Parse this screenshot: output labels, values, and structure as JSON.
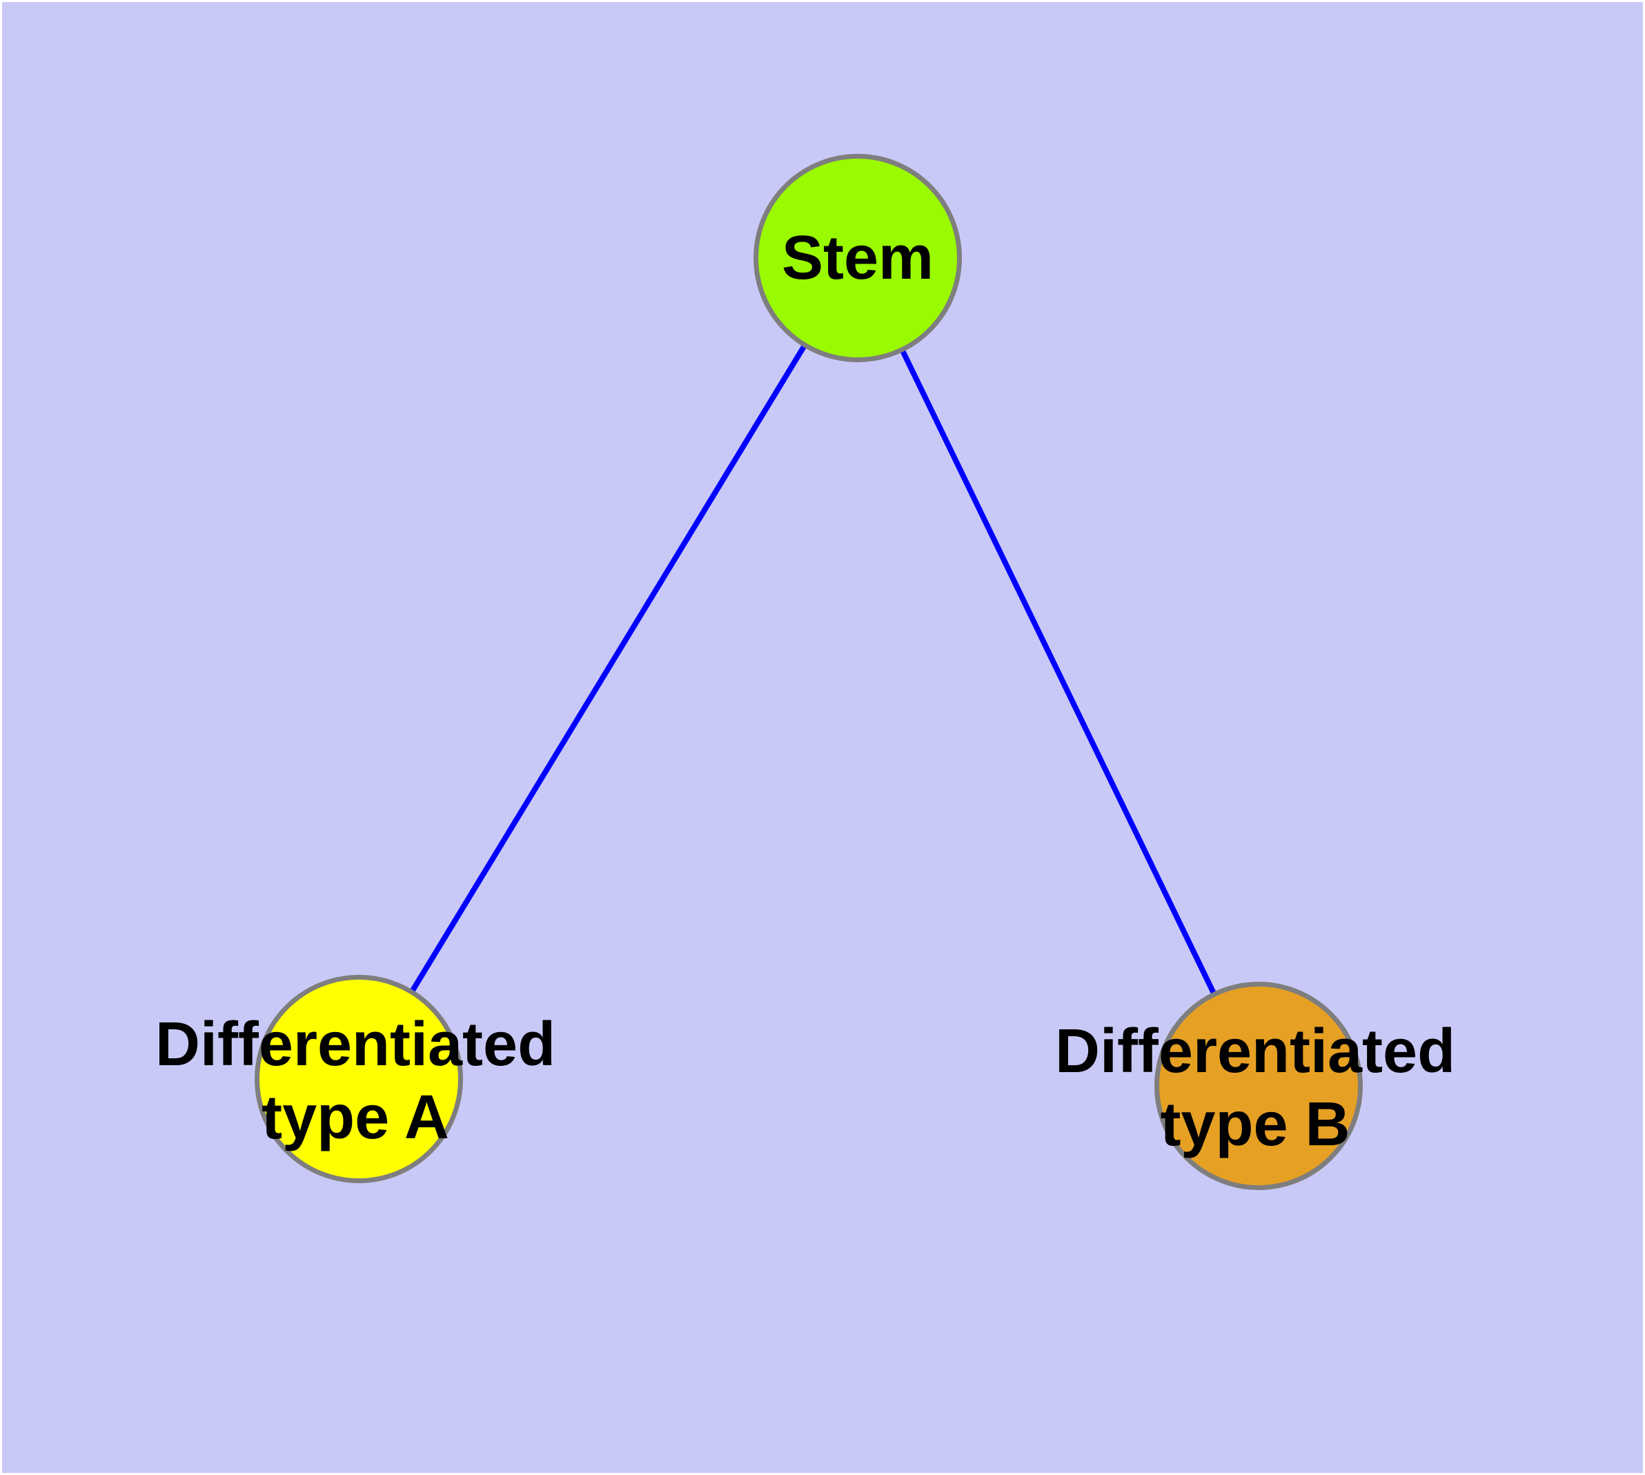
{
  "diagram": {
    "type": "node-link-graph",
    "background_color": "#c9c9f8",
    "frame_color": "#ffffff",
    "edge_color": "#0000fe",
    "node_border_color": "#7e7e7e",
    "label_color": "#000000",
    "nodes": [
      {
        "id": "stem",
        "label": "Stem",
        "fill_color": "#9afa00"
      },
      {
        "id": "differentiated-type-a",
        "label": "Differentiated\ntype A",
        "fill_color": "#ffff00"
      },
      {
        "id": "differentiated-type-b",
        "label": "Differentiated\ntype B",
        "fill_color": "#e6a023"
      }
    ],
    "edges": [
      {
        "from": "stem",
        "to": "differentiated-type-a"
      },
      {
        "from": "stem",
        "to": "differentiated-type-b"
      }
    ]
  }
}
